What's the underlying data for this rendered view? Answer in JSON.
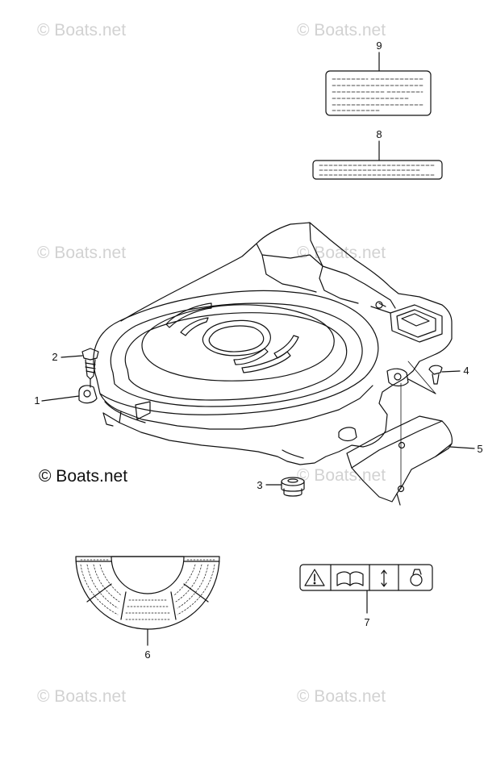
{
  "watermark": "© Boats.net",
  "caption": "© Boats.net",
  "callouts": {
    "part1": "1",
    "part2": "2",
    "part3": "3",
    "part4": "4",
    "part5": "5",
    "part6": "6",
    "part7": "7",
    "part8": "8",
    "part9": "9"
  },
  "icons": [
    "warning-triangle-icon",
    "manual-book-icon",
    "up-down-arrow-icon",
    "rope-handle-icon"
  ],
  "colors": {
    "line": "#111111",
    "watermark": "#d2d2d2",
    "background": "#ffffff"
  }
}
